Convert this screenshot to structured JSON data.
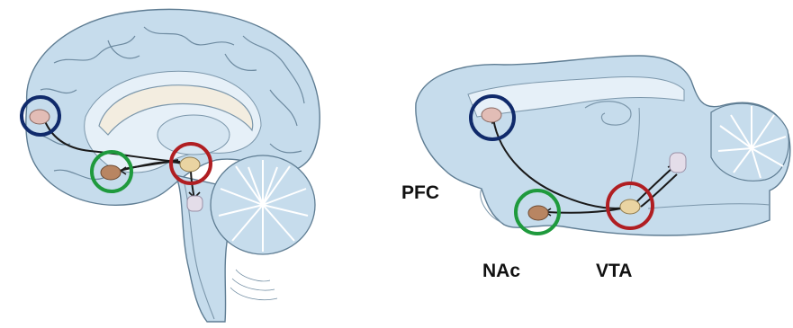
{
  "labels": {
    "pfc": "PFC",
    "nac": "NAc",
    "vta": "VTA"
  },
  "colors": {
    "brain_fill": "#c6dcec",
    "brain_stroke": "#5f7d93",
    "brain_light": "#e6f0f8",
    "pathway": "#1a1a1a",
    "pfc_ring": "#102a6b",
    "nac_ring": "#1f9a3d",
    "vta_ring": "#b01e22",
    "neuron_pink": "#e2bdb6",
    "neuron_brown": "#b88562",
    "neuron_cream": "#ead4a2",
    "target_lavender": "#e4dde9"
  }
}
